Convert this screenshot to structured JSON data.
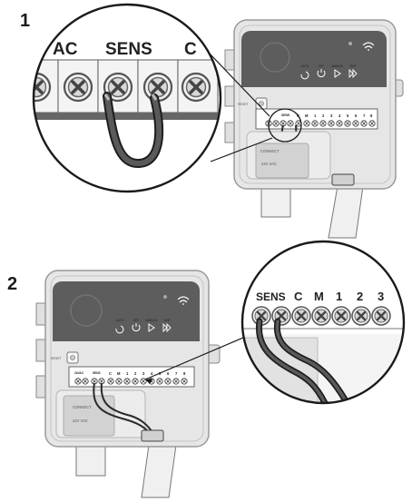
{
  "steps": [
    {
      "number": "1"
    },
    {
      "number": "2"
    }
  ],
  "step1": {
    "zoom_labels": [
      "AC",
      "SENS",
      "C"
    ],
    "board_labels": [
      "SENS",
      "C",
      "M",
      "1",
      "2",
      "3",
      "4",
      "5",
      "6",
      "7",
      "8"
    ],
    "reset_label": "RESET",
    "connect_label": "CONNECT",
    "voltage_label": "24V VAC",
    "status_labels": [
      "AUTO",
      "OFF",
      "MANUAL",
      "SKIP"
    ]
  },
  "step2": {
    "zoom_labels": [
      "SENS",
      "C",
      "M",
      "1",
      "2",
      "3"
    ],
    "board_labels": [
      "24VAC",
      "SENS",
      "C",
      "M",
      "1",
      "2",
      "3",
      "4",
      "5",
      "6",
      "7",
      "8"
    ],
    "reset_label": "RESET",
    "connect_label": "CONNECT",
    "voltage_label": "24V VAC",
    "status_labels": [
      "AUTO",
      "OFF",
      "MANUAL",
      "SKIP"
    ]
  },
  "colors": {
    "housing": "#e6e6e6",
    "housing_edge": "#9a9a9a",
    "panel": "#5d5d5d",
    "terminal_strip": "#ffffff",
    "wire": "#444444",
    "line": "#1a1a1a"
  }
}
